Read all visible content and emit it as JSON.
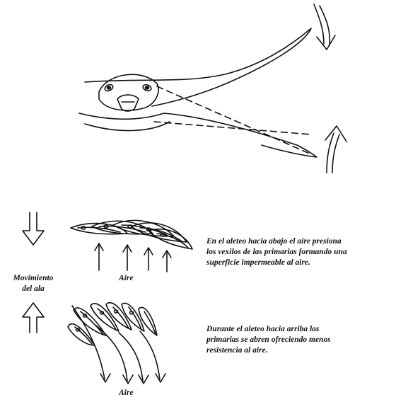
{
  "labels": {
    "movement_line1": "Movimiento",
    "movement_line2": "del ala",
    "air_top": "Aire",
    "air_bottom": "Aire"
  },
  "captions": {
    "downstroke": [
      "En el aleteo hacia abajo el aire presiona",
      "los vexilos de las primarias formando una",
      "superficie impermeable al aire."
    ],
    "upstroke": [
      "Durante el aleteo hacia arriba las",
      "primarias se abren ofreciendo menos",
      "resistencia al aire."
    ]
  },
  "icons": {
    "bird": "bird-flight-icon",
    "wing_down": "arrow-down-icon",
    "wing_up": "arrow-up-icon"
  }
}
